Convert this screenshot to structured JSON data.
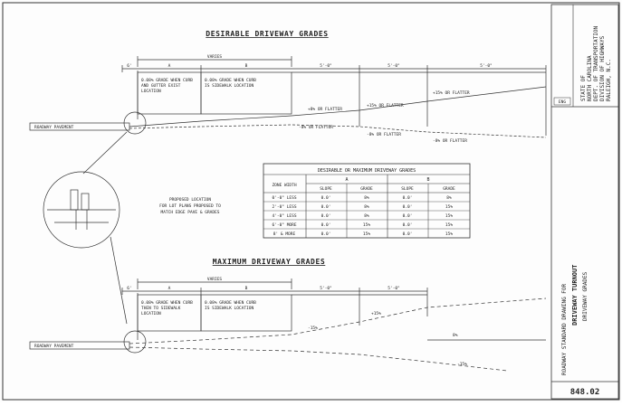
{
  "drawing": {
    "top_title": "DESIRABLE DRIVEWAY GRADES",
    "bottom_title": "MAXIMUM DRIVEWAY GRADES",
    "top_dims": {
      "overall": "VARIES",
      "edge": "6'",
      "seg1": "A",
      "seg2": "B",
      "seg3": "5'-0\"",
      "seg4": "5'-0\"",
      "seg5": "5'-0\""
    },
    "top_notes": {
      "box_a": [
        "0.08% GRADE WHEN CURB",
        "AND GUTTER EXIST",
        "LOCATION"
      ],
      "box_b": [
        "0.08% GRADE WHEN CURB",
        "IS SIDEWALK LOCATION"
      ]
    },
    "top_grade_labels": [
      "+8% OR FLATTER",
      "-8% OR FLATTER",
      "+15% OR FLATTER",
      "-8% OR FLATTER",
      "+15% OR FLATTER",
      "-8% OR FLATTER"
    ],
    "pavement_label": "ROADWAY PAVEMENT",
    "detail_note": [
      "PROPOSED LOCATION",
      "FOR LOT PLANS PROPOSED TO",
      "MATCH EDGE PAVE & GRADES"
    ],
    "table": {
      "title": "DESIRABLE OR MAXIMUM DRIVEWAY GRADES",
      "headers": [
        "ZONE WIDTH",
        "SLOPE",
        "GRADE",
        "SLOPE",
        "GRADE"
      ],
      "group_labels": [
        "A",
        "B"
      ],
      "rows": [
        [
          "0'-0\" LESS",
          "0.0'",
          "8%",
          "0.0'",
          "8%"
        ],
        [
          "2'-0\" LESS",
          "0.0'",
          "8%",
          "0.0'",
          "15%"
        ],
        [
          "4'-0\" LESS",
          "0.0'",
          "8%",
          "0.0'",
          "15%"
        ],
        [
          "6'-0\" MORE",
          "0.0'",
          "15%",
          "0.0'",
          "15%"
        ],
        [
          "8' & MORE",
          "0.0'",
          "15%",
          "0.0'",
          "15%"
        ]
      ]
    },
    "bottom_dims": {
      "overall": "VARIES",
      "edge": "6'",
      "seg1": "A",
      "seg2": "B",
      "seg3": "5'-0\"",
      "seg4": "5'-0\""
    },
    "bottom_notes": {
      "box_a": [
        "0.08% GRADE WHEN CURB",
        "THEN TO SIDEWALK",
        "LOCATION"
      ],
      "box_b": [
        "0.08% GRADE WHEN CURB",
        "IS SIDEWALK LOCATION"
      ]
    },
    "bottom_grade_labels": [
      "-15%",
      "+15%",
      "8%",
      "-15%"
    ]
  },
  "title_block": {
    "state_lines": [
      "STATE OF",
      "NORTH CAROLINA",
      "DEPT. OF TRANSPORTATION",
      "DIVISION OF HIGHWAYS",
      "RALEIGH, N.C."
    ],
    "drawing_title_lines": [
      "ROADWAY STANDARD DRAWING FOR",
      "DRIVEWAY TURNOUT",
      "DRIVEWAY GRADES"
    ],
    "small_box": "ENG",
    "sheet_number": "848.02"
  }
}
